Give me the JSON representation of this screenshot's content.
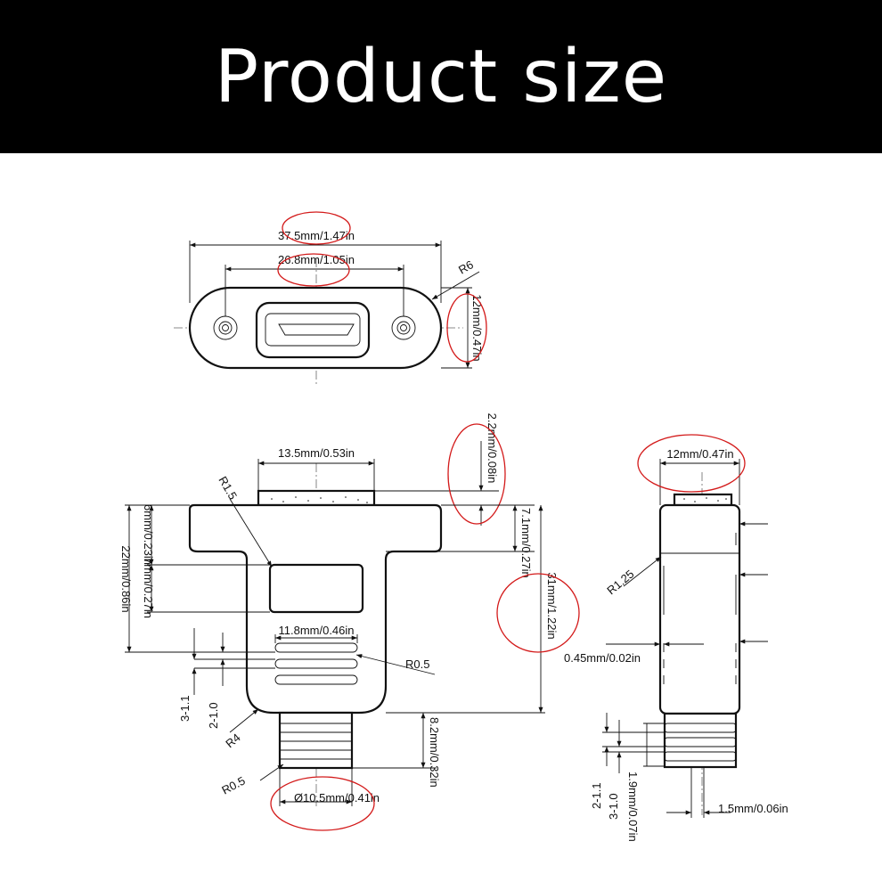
{
  "banner": {
    "title": "Product size"
  },
  "colors": {
    "banner_bg": "#000000",
    "banner_text": "#ffffff",
    "highlight_circle": "#d31a1a",
    "line": "#111111"
  },
  "top_view": {
    "overall_width": "37.5mm/1.47in",
    "hole_spacing": "26.8mm/1.05in",
    "height": "12mm/0.47in",
    "corner_radius": "R6"
  },
  "front_view": {
    "flange_label_height": "2.2mm/0.08in",
    "socket_width": "13.5mm/0.53in",
    "radius_top": "R1.5",
    "flange_height": "6mm/0.23in",
    "slot_height": "7mm/0.27in",
    "total_upper": "22mm/0.86in",
    "side_step": "7.1mm/0.27in",
    "body_height": "31mm/1.22in",
    "vent_width": "11.8mm/0.46in",
    "radius_vent": "R0.5",
    "gap_a": "3-1.1",
    "gap_b": "2-1.0",
    "radius_neck": "R4",
    "cable_length": "8.2mm/0.32in",
    "radius_cable": "R0.5",
    "cable_diameter": "Ø10.5mm/0.41in"
  },
  "side_view": {
    "width": "12mm/0.47in",
    "radius": "R1.25",
    "thickness": "0.45mm/0.02in",
    "gap_a": "2-1.1",
    "gap_b": "3-1.0",
    "rib_pitch": "1.9mm/0.07in",
    "rib_depth": "1.5mm/0.06in"
  }
}
